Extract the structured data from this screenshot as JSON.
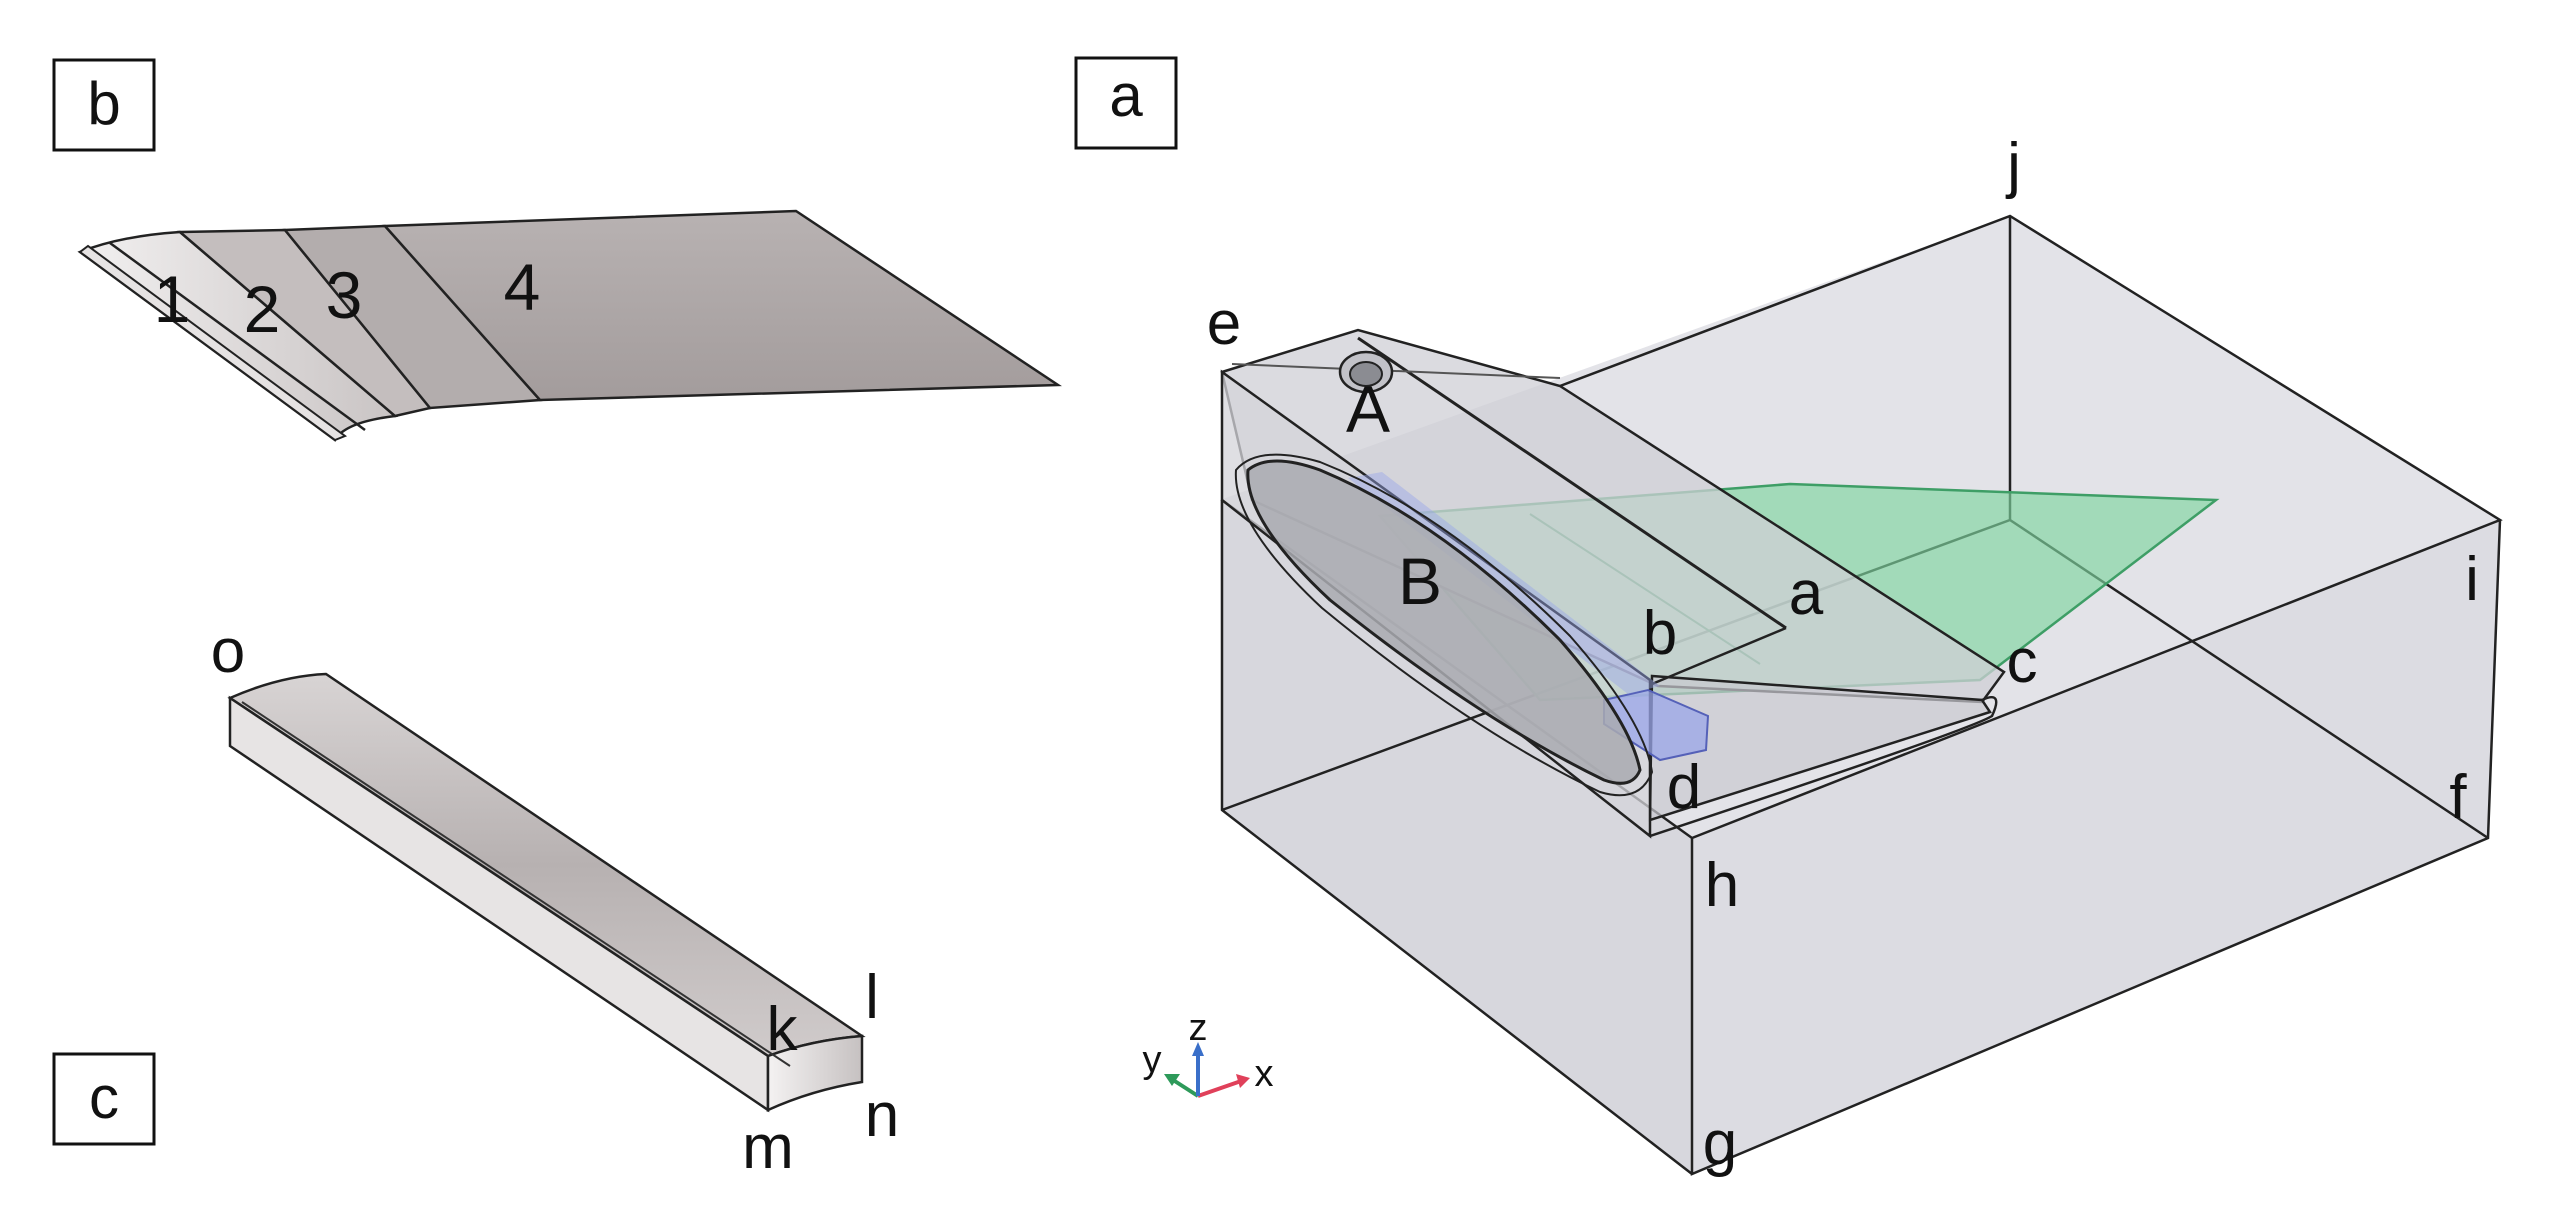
{
  "panels": {
    "a": {
      "label": "a"
    },
    "b": {
      "label": "b"
    },
    "c": {
      "label": "c"
    }
  },
  "panel_b": {
    "region_labels": [
      "1",
      "2",
      "3",
      "4"
    ]
  },
  "panel_c": {
    "vertex_labels": {
      "o": "o",
      "k": "k",
      "l": "l",
      "m": "m",
      "n": "n"
    }
  },
  "panel_a": {
    "vertex_labels": {
      "a": "a",
      "b": "b",
      "c": "c",
      "d": "d",
      "e": "e",
      "f": "f",
      "g": "g",
      "h": "h",
      "i": "i",
      "j": "j"
    },
    "region_labels": {
      "A": "A",
      "B": "B"
    },
    "colors": {
      "domain_box": "#e1e1e6",
      "channel": "#d8d8de",
      "interface_plane": "#7fd6a0",
      "inlet_block": "#9aa6e8",
      "ellipse_region": "#a9aab0"
    }
  },
  "axes_triad": {
    "x": "x",
    "y": "y",
    "z": "z"
  }
}
